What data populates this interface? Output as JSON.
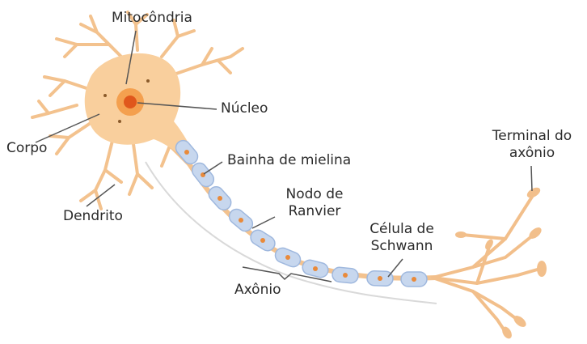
{
  "labels": {
    "mitocondria": "Mitocôndria",
    "nucleo": "Núcleo",
    "corpo": "Corpo",
    "dendrito": "Dendrito",
    "bainha": "Bainha de mielina",
    "nodo_line1": "Nodo de",
    "nodo_line2": "Ranvier",
    "celula_line1": "Célula de",
    "celula_line2": "Schwann",
    "axonio": "Axônio",
    "terminal_line1": "Terminal do",
    "terminal_line2": "axônio"
  },
  "colors": {
    "cell_body": "#f9cf9d",
    "dendrite": "#f3c28e",
    "nucleus_outer": "#f4a04f",
    "nucleus_core": "#e0571c",
    "myelin": "#c7d7ee",
    "myelin_edge": "#9fb8de",
    "schwann_nucleus": "#e98a3a",
    "terminal": "#f2bf8b",
    "leader_line": "#555555"
  }
}
